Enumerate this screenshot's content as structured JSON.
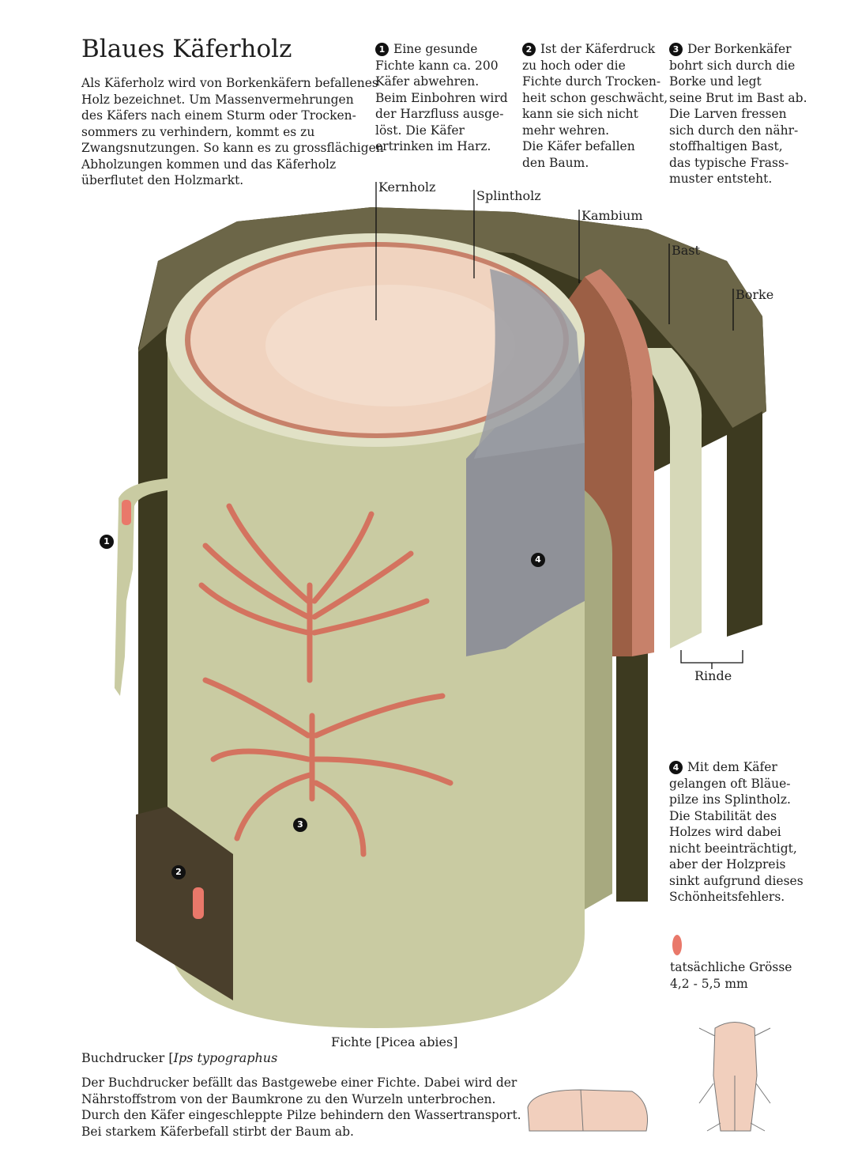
{
  "title": "Blaues Käferholz",
  "intro": "Als Käferholz wird von Borkenkäfern befallenes\nHolz bezeichnet. Um Massenvermehrungen\ndes Käfers nach einem Sturm oder Trocken-\nsommers zu verhindern, kommt es zu\nZwangsnutzungen. So kann es zu grossflächigen\nAbholzungen kommen und das Käferholz\nüberflutet den Holzmarkt.",
  "notes": [
    {
      "num": "1",
      "text": "Eine gesunde\nFichte kann ca. 200\nKäfer abwehren.\nBeim Einbohren wird\nder Harzfluss ausge-\nlöst. Die Käfer\nertrinken im Harz."
    },
    {
      "num": "2",
      "text": "Ist der Käferdruck\nzu hoch oder die\nFichte durch Trocken-\nheit schon geschwächt,\nkann sie sich nicht\nmehr wehren.\nDie Käfer befallen\nden Baum."
    },
    {
      "num": "3",
      "text": "Der Borkenkäfer\nbohrt sich durch die\nBorke und legt\nseine Brut im Bast ab.\nDie Larven fressen\nsich durch den nähr-\nstoffhaltigen Bast,\ndas typische Frass-\nmuster entsteht."
    },
    {
      "num": "4",
      "text": "Mit dem Käfer\ngelangen oft Bläue-\npilze ins Splintholz.\nDie Stabilität des\nHolzes wird dabei\nnicht beeinträchtigt,\naber der Holzpreis\nsinkt aufgrund dieses\nSchönheitsfehlers."
    }
  ],
  "layers": {
    "kernholz": "Kernholz",
    "splintholz": "Splintholz",
    "kambium": "Kambium",
    "bast": "Bast",
    "borke": "Borke",
    "rinde": "Rinde"
  },
  "tree_caption": "Fichte [Picea abies]",
  "beetle_name": "Buchdrucker [",
  "beetle_latin": "Ips typographus",
  "beetle_text": "Der Buchdrucker befällt das Bastgewebe einer Fichte. Dabei wird der\nNährstoffstrom von der Baumkrone zu den Wurzeln unterbrochen.\nDurch den Käfer eingeschleppte Pilze behindern den Wassertransport.\nBei starkem Käferbefall stirbt der Baum ab.",
  "size_label": "tatsächliche Grösse\n4,2 - 5,5 mm",
  "colors": {
    "bark_top": "#6c6648",
    "bark_side": "#3d3a20",
    "wood": "#c9cba2",
    "core": "#f0d3bf",
    "blue": "#8f9198",
    "cambium": "#a0624a",
    "larva": "#d4735f"
  }
}
